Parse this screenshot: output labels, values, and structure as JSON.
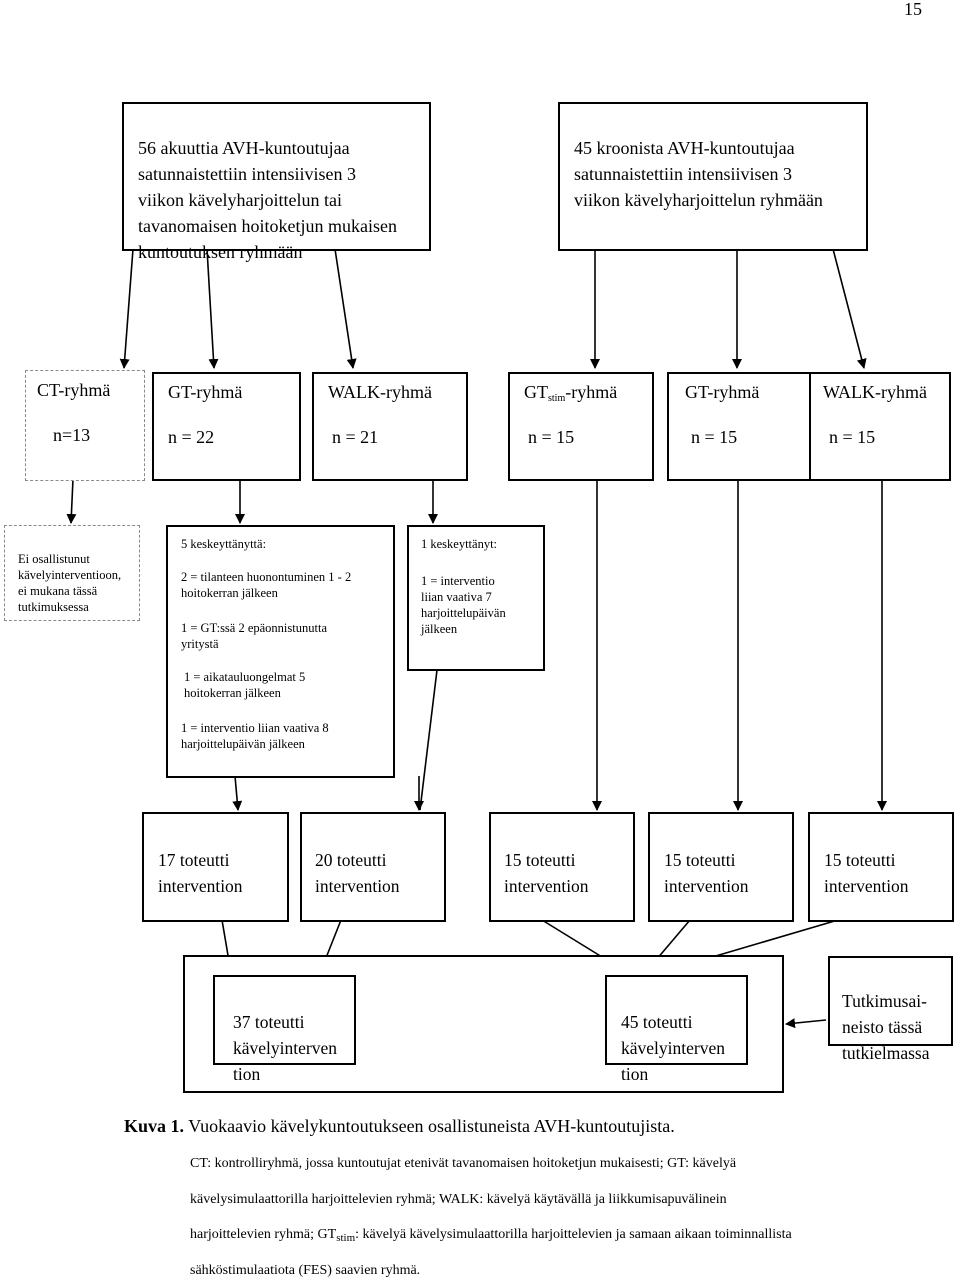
{
  "page_number": "15",
  "top_boxes": {
    "acute": "56 akuuttia AVH-kuntoutujaa\nsatunnaistettiin intensiivisen 3\nviikon kävelyharjoittelun tai\ntavanomaisen hoitoketjun mukaisen\nkuntoutuksen ryhmään",
    "chronic": "45 kroonista AVH-kuntoutujaa\nsatunnaistettiin intensiivisen 3\nviikon kävelyharjoittelun ryhmään"
  },
  "groups": [
    {
      "name": "CT-ryhmä",
      "n": "n=13"
    },
    {
      "name": "GT-ryhmä",
      "n": "n = 22"
    },
    {
      "name": "WALK-ryhmä",
      "n": "n = 21"
    },
    {
      "name_pre": "GT",
      "name_sub": "stim",
      "name_post": "-ryhmä",
      "n": "n = 15"
    },
    {
      "name": "GT-ryhmä",
      "n": "n = 15"
    },
    {
      "name": "WALK-ryhmä",
      "n": "n = 15"
    }
  ],
  "dropouts": {
    "ct": "Ei osallistunut\nkävelyinterventioon,\nei mukana tässä\ntutkimuksessa",
    "gt_title": "5 keskeyttänyttä:",
    "gt_items": [
      "2 = tilanteen huonontuminen 1 - 2\nhoitokerran jälkeen",
      "1 = GT:ssä 2 epäonnistunutta\nyritystä",
      "1 = aikatauluongelmat 5\nhoitokerran jälkeen",
      "1 = interventio liian vaativa 8\nharjoittelupäivän jälkeen"
    ],
    "walk_title": "1 keskeyttänyt:",
    "walk_item": "1 = interventio\nliian vaativa 7\nharjoittelupäivän\njälkeen"
  },
  "completed": [
    "17 toteutti\nintervention",
    "20 toteutti\nintervention",
    "15 toteutti\nintervention",
    "15 toteutti\nintervention",
    "15 toteutti\nintervention"
  ],
  "totals": {
    "acute": "37 toteutti\nkävelyinterven\ntion",
    "chronic": "45 toteutti\nkävelyinterven\ntion",
    "sample": "Tutkimusai-\nneisto tässä\ntutkielmassa"
  },
  "caption": {
    "label": "Kuva 1.",
    "text": " Vuokaavio kävelykuntoutukseen osallistuneista AVH-kuntoutujista."
  },
  "legend": {
    "line1": "CT: kontrolliryhmä, jossa kuntoutujat etenivät tavanomaisen hoitoketjun mukaisesti; GT: kävelyä",
    "line2": "kävelysimulaattorilla harjoittelevien ryhmä; WALK: kävelyä käytävällä ja liikkumisapuvälinein",
    "line3_pre": "harjoittelevien ryhmä; GT",
    "line3_sub": "stim",
    "line3_post": ": kävelyä kävelysimulaattorilla harjoittelevien ja samaan aikaan toiminnallista",
    "line4": "sähköstimulaatiota (FES) saavien ryhmä."
  }
}
